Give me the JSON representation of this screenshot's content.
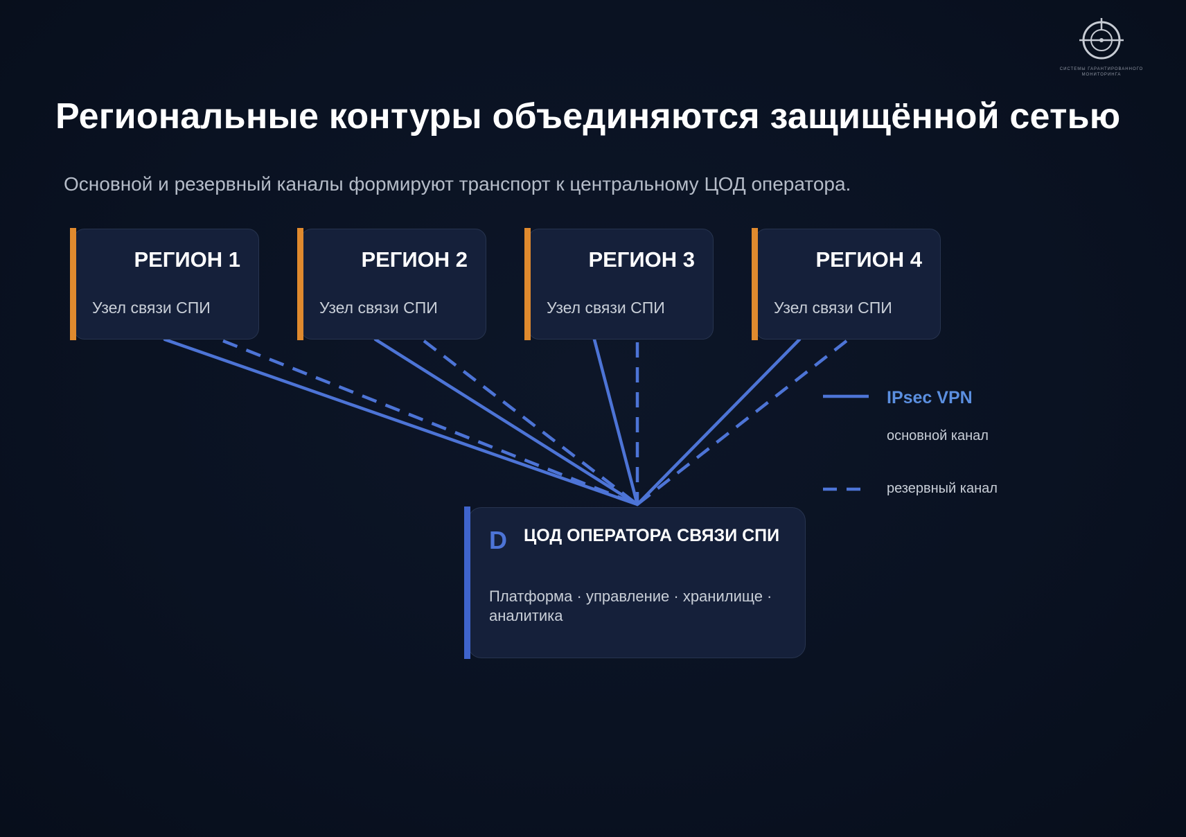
{
  "logo": {
    "icon": "target-crosshair-logo",
    "caption": "системы гарантированного мониторинга"
  },
  "title": "Региональные контуры объединяются защищённой сетью",
  "subtitle": "Основной и резервный каналы формируют транспорт к центральному ЦОД оператора.",
  "regions": [
    {
      "title": "РЕГИОН 1",
      "subtitle": "Узел связи СПИ"
    },
    {
      "title": "РЕГИОН 2",
      "subtitle": "Узел связи СПИ"
    },
    {
      "title": "РЕГИОН 3",
      "subtitle": "Узел связи СПИ"
    },
    {
      "title": "РЕГИОН 4",
      "subtitle": "Узел связи СПИ"
    }
  ],
  "datacenter": {
    "letter": "D",
    "title": "ЦОД ОПЕРАТОРА СВЯЗИ СПИ",
    "description": "Платформа · управление · хранилище · аналитика"
  },
  "legend": {
    "vpn_label": "IPsec VPN",
    "main_label": "основной канал",
    "backup_label": "резервный канал"
  },
  "colors": {
    "background": "#0a1222",
    "region_accent": "#e08a2e",
    "link": "#4d74d6",
    "legend_text": "#5b8fe0"
  }
}
